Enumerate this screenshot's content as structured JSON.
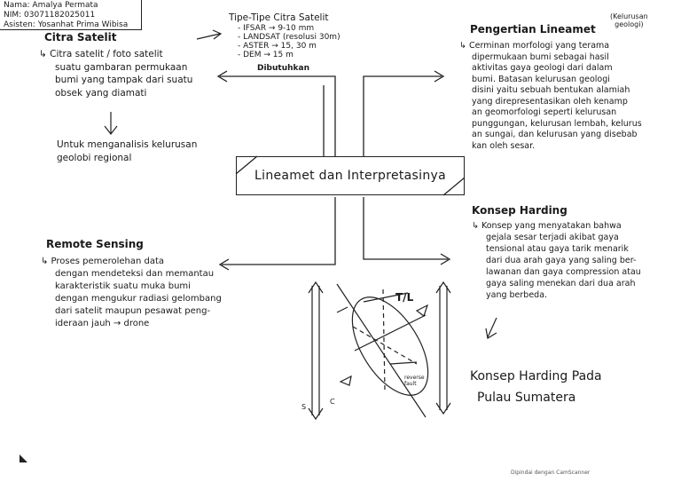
{
  "header": {
    "lines": [
      "Nama: Amalya Permata",
      "NIM: 03071182025011",
      "Asisten: Yosanhat Prima Wibisa"
    ]
  },
  "center": {
    "title": "Lineamet dan Interpretasinya"
  },
  "citra": {
    "title": "Citra Satelit",
    "lines": [
      "↳ Citra satelit / foto satelit",
      "suatu gambaran permukaan",
      "bumi yang tampak dari suatu",
      "obsek yang diamati"
    ],
    "note_lines": [
      "Untuk menganalisis kelurusan",
      "geolobi regional"
    ]
  },
  "tipe": {
    "title": "Tipe-Tipe Citra Satelit",
    "items": [
      "- IFSAR → 9-10 mm",
      "- LANDSAT (resolusi 30m)",
      "- ASTER → 15, 30 m",
      "- DEM → 15 m"
    ],
    "needed": "Dibutuhkan"
  },
  "pengertian": {
    "title": "Pengertian Lineamet",
    "aside_lines": [
      "(Kelurusan",
      "geologi)"
    ],
    "lines": [
      "↳ Cerminan morfologi yang terama",
      "dipermukaan bumi sebagai hasil",
      "aktivitas gaya geologi dari dalam",
      "bumi. Batasan kelurusan geologi",
      "disini yaitu sebuah bentukan alamiah",
      "yang direpresentasikan oleh kenamp",
      "an geomorfologi seperti kelurusan",
      "punggungan, kelurusan lembah, kelurus",
      "an sungai, dan kelurusan yang disebab",
      "kan oleh sesar."
    ]
  },
  "remote": {
    "title": "Remote Sensing",
    "lines": [
      "↳ Proses pemerolehan data",
      "dengan mendeteksi dan memantau",
      "karakteristik suatu muka bumi",
      "dengan mengukur radiasi gelombang",
      "dari satelit maupun pesawat peng-",
      "ideraan jauh → drone"
    ]
  },
  "harding": {
    "title": "Konsep Harding",
    "lines": [
      "↳ Konsep yang menyatakan bahwa",
      "gejala sesar terjadi akibat gaya",
      "tensional atau gaya tarik menarik",
      "dari dua arah gaya yang saling ber-",
      "lawanan dan gaya compression atau",
      "gaya saling menekan dari dua arah",
      "yang berbeda."
    ]
  },
  "pulau": {
    "lines": [
      "Konsep Harding Pada",
      "Pulau Sumatera"
    ]
  },
  "sketch": {
    "label_top": "T/L",
    "label_s": "S",
    "label_c": "C",
    "label_reverse": [
      "reverse",
      "fault"
    ]
  },
  "footer": {
    "text": "Dipindai dengan CamScanner"
  }
}
